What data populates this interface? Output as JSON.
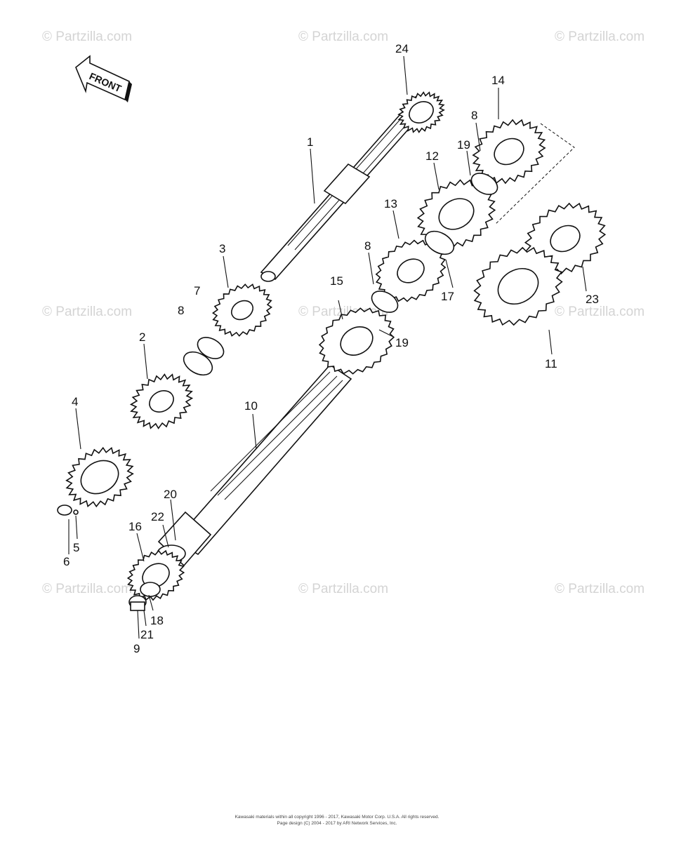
{
  "watermark": {
    "text": "© Partzilla.com"
  },
  "front_label": "FRONT",
  "callouts": {
    "p1": "1",
    "p2": "2",
    "p3": "3",
    "p4": "4",
    "p5": "5",
    "p6": "6",
    "p7": "7",
    "p8a": "8",
    "p8b": "8",
    "p8c": "8",
    "p9": "9",
    "p10": "10",
    "p11": "11",
    "p12": "12",
    "p13": "13",
    "p14": "14",
    "p15": "15",
    "p16": "16",
    "p17": "17",
    "p18": "18",
    "p19a": "19",
    "p19b": "19",
    "p20": "20",
    "p21": "21",
    "p22": "22",
    "p23": "23",
    "p24": "24"
  },
  "footer": {
    "line1": "Kawasaki materials within all copyright 1996 - 2017, Kawasaki Motor Corp. U.S.A. All rights reserved.",
    "line2": "Page design (C) 2004 - 2017 by ARI Network Services, Inc."
  }
}
